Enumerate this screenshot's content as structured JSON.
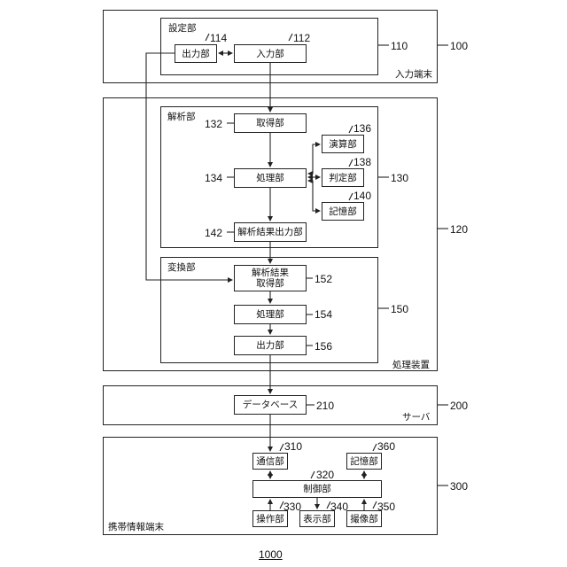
{
  "figure_label": "1000",
  "input_terminal": {
    "label": "入力端末",
    "ref": "100",
    "settings": {
      "label": "設定部",
      "ref": "110",
      "output": {
        "label": "出力部",
        "ref": "114"
      },
      "input": {
        "label": "入力部",
        "ref": "112"
      }
    }
  },
  "processing_device": {
    "label": "処理装置",
    "ref": "120",
    "analysis": {
      "label": "解析部",
      "ref": "130",
      "acquire": {
        "label": "取得部",
        "ref": "132"
      },
      "process": {
        "label": "処理部",
        "ref": "134"
      },
      "calc": {
        "label": "演算部",
        "ref": "136"
      },
      "judge": {
        "label": "判定部",
        "ref": "138"
      },
      "memory": {
        "label": "記憶部",
        "ref": "140"
      },
      "result_out": {
        "label": "解析結果出力部",
        "ref": "142"
      }
    },
    "conversion": {
      "label": "変換部",
      "ref": "150",
      "result_acq": {
        "label_line1": "解析結果",
        "label_line2": "取得部",
        "ref": "152"
      },
      "process": {
        "label": "処理部",
        "ref": "154"
      },
      "output": {
        "label": "出力部",
        "ref": "156"
      }
    }
  },
  "server": {
    "label": "サーバ",
    "ref": "200",
    "database": {
      "label": "データベース",
      "ref": "210"
    }
  },
  "mobile": {
    "label": "携帯情報端末",
    "ref": "300",
    "comm": {
      "label": "通信部",
      "ref": "310"
    },
    "control": {
      "label": "制御部",
      "ref": "320"
    },
    "operation": {
      "label": "操作部",
      "ref": "330"
    },
    "display": {
      "label": "表示部",
      "ref": "340"
    },
    "camera": {
      "label": "撮像部",
      "ref": "350"
    },
    "memory": {
      "label": "記憶部",
      "ref": "360"
    }
  }
}
